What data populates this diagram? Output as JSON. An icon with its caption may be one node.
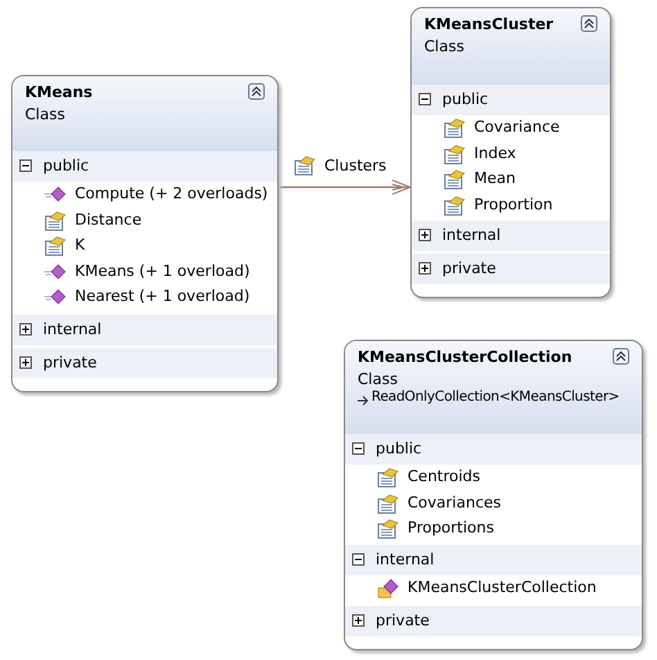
{
  "diagram": {
    "nodes": [
      {
        "text": [
          "KMeans",
          "Class"
        ]
      },
      {
        "text": [
          "public",
          "Compute (+ 2 overloads)",
          "Distance",
          "K",
          "KMeans (+ 1 overload)",
          "Nearest (+ 1 overload)"
        ],
        "in": 0
      },
      {
        "text": [
          "internal"
        ],
        "in": 0
      },
      {
        "text": [
          "private"
        ],
        "in": 0
      },
      {
        "text": [
          "KMeansCluster",
          "Class"
        ]
      },
      {
        "text": [
          "public",
          "Covariance",
          "Index",
          "Mean",
          "Proportion"
        ],
        "in": 4
      },
      {
        "text": [
          "internal"
        ],
        "in": 4
      },
      {
        "text": [
          "private"
        ],
        "in": 4
      },
      {
        "text": [
          "KMeansClusterCollection",
          "Class",
          "ReadOnlyCollection<KMeansCluster>"
        ]
      },
      {
        "text": [
          "public",
          "Centroids",
          "Covariances",
          "Proportions"
        ],
        "in": 8
      },
      {
        "text": [
          "internal",
          "KMeansClusterCollection"
        ],
        "in": 8
      },
      {
        "text": [
          "private"
        ],
        "in": 8
      }
    ],
    "edges": [
      {
        "from": 0,
        "to": 4,
        "arrow": "to",
        "label": "Clusters"
      }
    ]
  }
}
